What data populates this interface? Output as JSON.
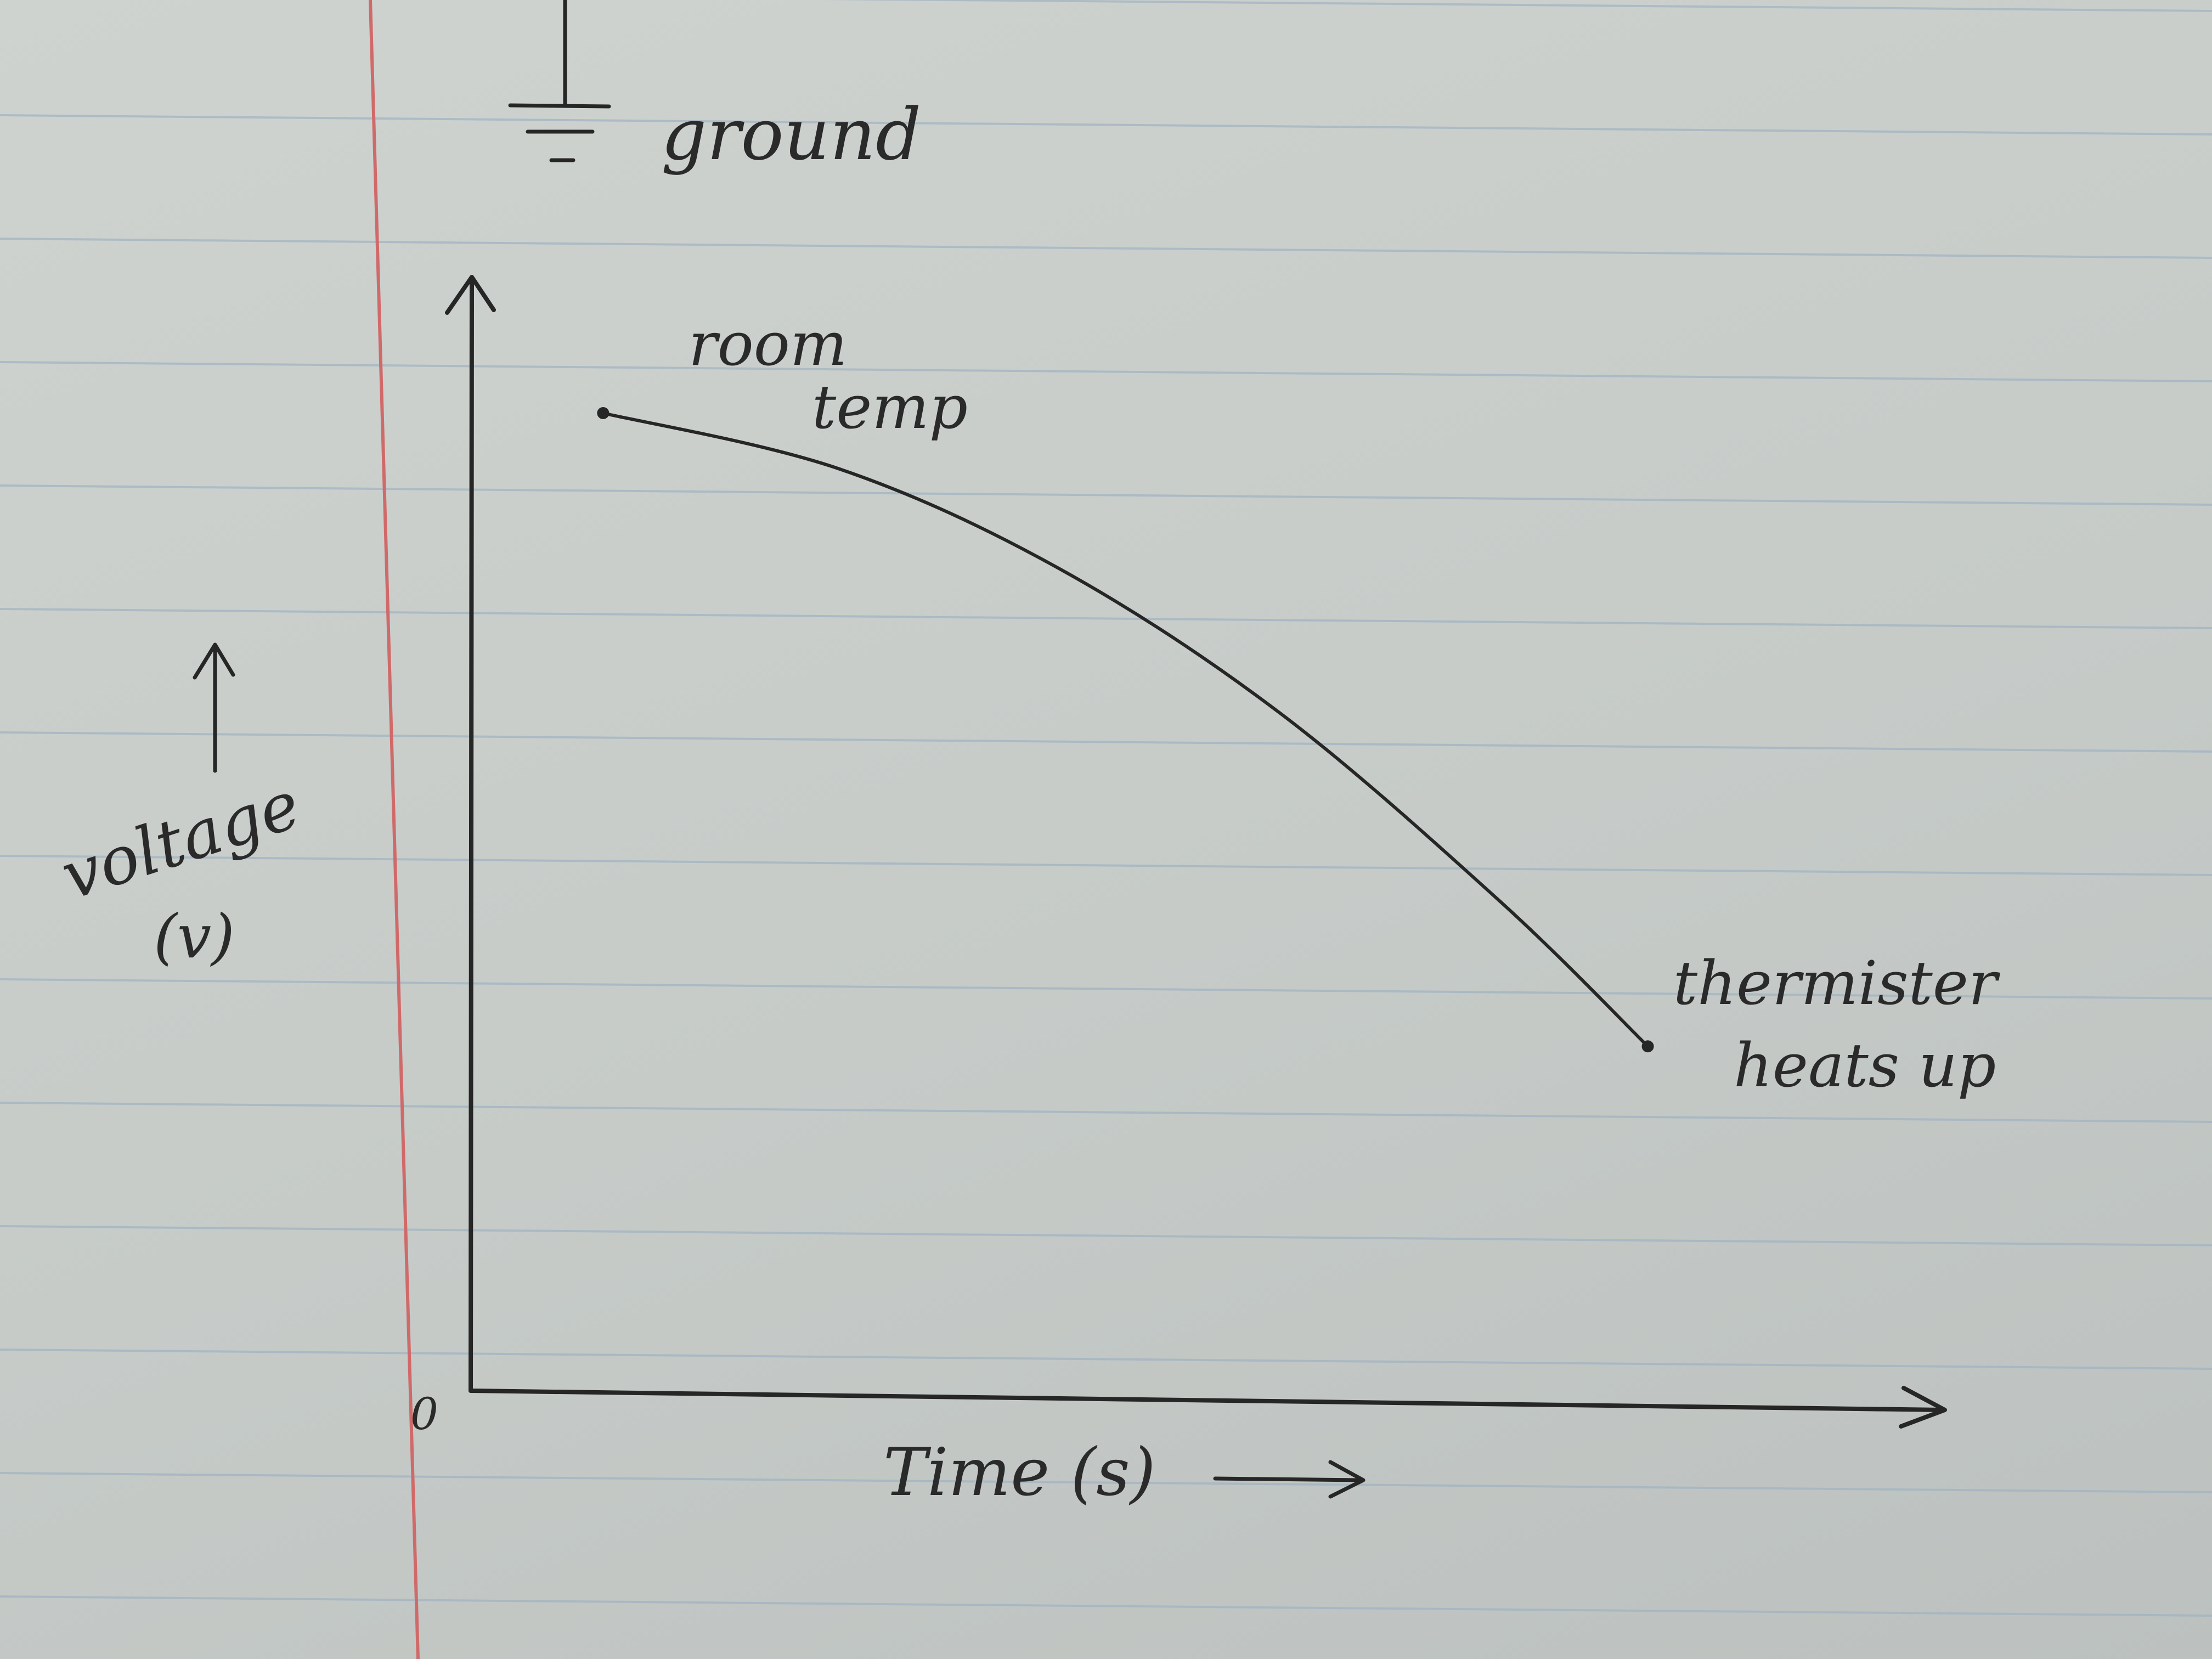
{
  "chart_data": {
    "type": "line",
    "xlabel": "Time (s)",
    "ylabel": "voltage (v)",
    "origin_label": "0",
    "series": [
      {
        "values": [
          0.88,
          0.83,
          0.74,
          0.61,
          0.44,
          0.31
        ]
      }
    ],
    "x": [
      0.09,
      0.25,
      0.4,
      0.55,
      0.7,
      0.8
    ],
    "xlim": [
      0,
      1
    ],
    "ylim": [
      0,
      1
    ],
    "annotations": [
      {
        "text": "room temp",
        "at": "start"
      },
      {
        "text": "thermister heats up",
        "at": "end"
      }
    ],
    "grid": false
  },
  "notes": {
    "ground_label": "ground"
  },
  "colors": {
    "ink": "#262626",
    "paper": "#c9cdc9",
    "ruled_line": "#9fb3c2",
    "margin_line": "#d06a6a"
  }
}
